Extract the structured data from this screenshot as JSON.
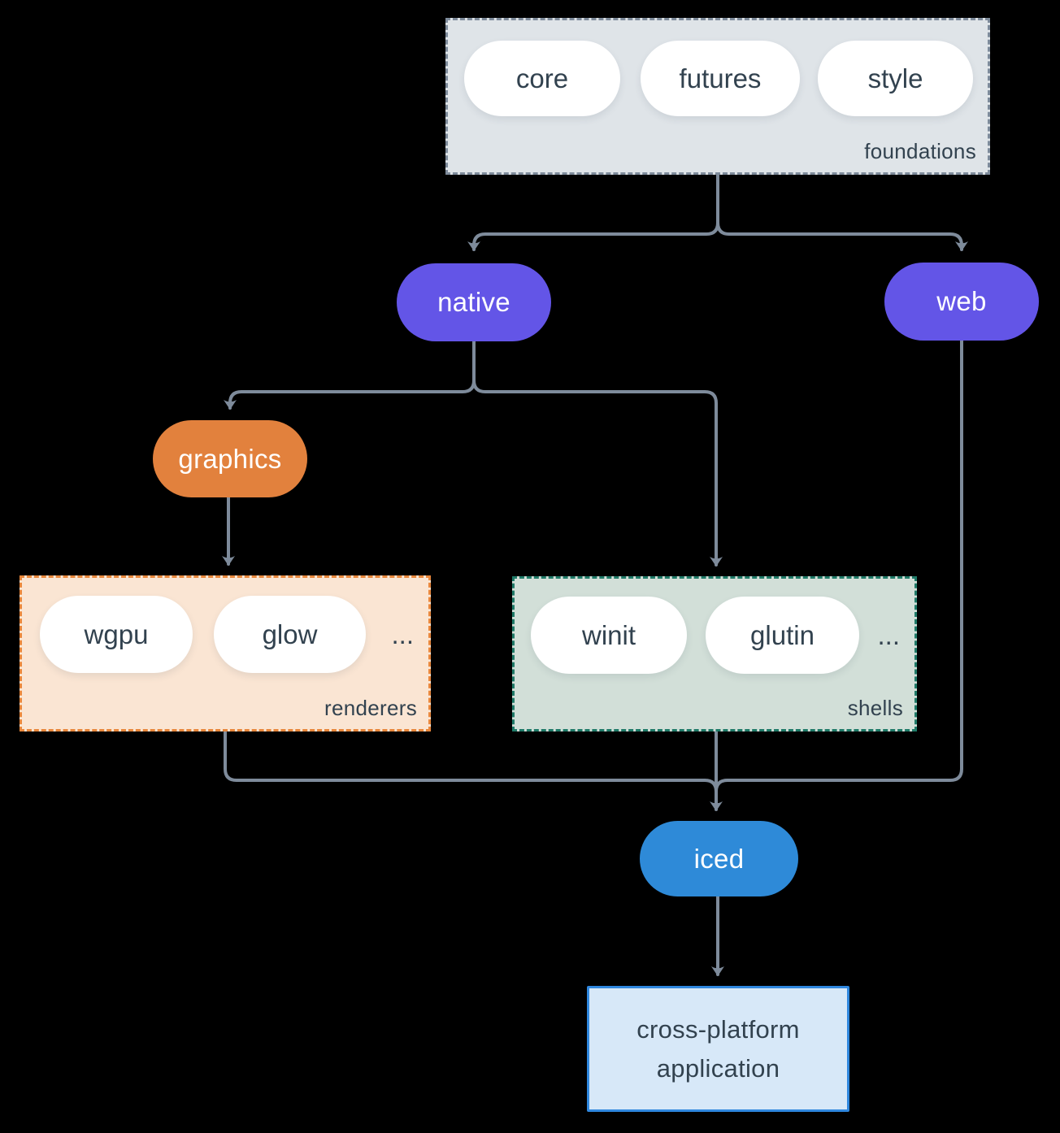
{
  "colors": {
    "background": "#000000",
    "arrow": "#7E8B9B",
    "text": "#32424F",
    "purple": "#6355E7",
    "orange": "#E2813D",
    "blue": "#2E8AD8",
    "foundations_fill": "#DFE4E8",
    "foundations_border": "#7E8B9B",
    "renderers_fill": "#FAE5D3",
    "renderers_border": "#E8873C",
    "shells_fill": "#D2DFD8",
    "shells_border": "#1F7A68",
    "application_fill": "#D7E8F8",
    "application_border": "#2F87DE"
  },
  "foundations": {
    "label": "foundations",
    "items": [
      "core",
      "futures",
      "style"
    ]
  },
  "native": {
    "label": "native"
  },
  "web": {
    "label": "web"
  },
  "graphics": {
    "label": "graphics"
  },
  "renderers": {
    "label": "renderers",
    "items": [
      "wgpu",
      "glow"
    ],
    "more": "..."
  },
  "shells": {
    "label": "shells",
    "items": [
      "winit",
      "glutin"
    ],
    "more": "..."
  },
  "iced": {
    "label": "iced"
  },
  "application": {
    "line1": "cross-platform",
    "line2": "application"
  }
}
